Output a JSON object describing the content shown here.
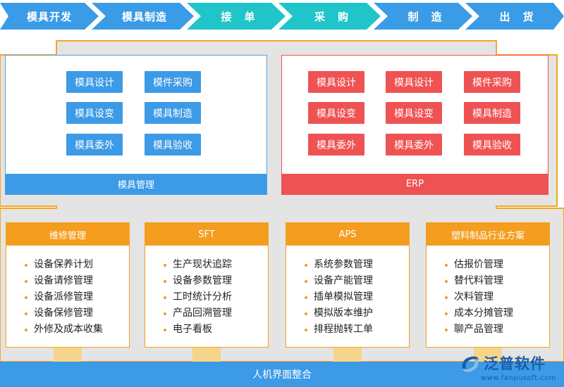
{
  "flow_steps": [
    {
      "label": "模具开发",
      "color": "#3a9be6"
    },
    {
      "label": "模具制造",
      "color": "#3a9be6"
    },
    {
      "label": "接单",
      "color": "#1fc5c8"
    },
    {
      "label": "采购",
      "color": "#1fc5c8"
    },
    {
      "label": "制造",
      "color": "#3a9be6"
    },
    {
      "label": "出货",
      "color": "#3a9be6"
    }
  ],
  "mold_management": {
    "footer": "模具管理",
    "buttons": [
      "模具设计",
      "模件采购",
      "模具设变",
      "模具制造",
      "模具委外",
      "模具验收"
    ]
  },
  "erp": {
    "footer": "ERP",
    "buttons": [
      "模具设计",
      "模具设计",
      "模件采购",
      "模具设变",
      "模具设变",
      "模具制造",
      "模具委外",
      "模具委外",
      "模具验收"
    ]
  },
  "modules": [
    {
      "title": "维修管理",
      "items": [
        "设备保养计划",
        "设备请修管理",
        "设备派修管理",
        "设备保修管理",
        "外修及成本收集"
      ]
    },
    {
      "title": "SFT",
      "items": [
        "生产现状追踪",
        "设备参数管理",
        "工时统计分析",
        "产品回溯管理",
        "电子看板"
      ]
    },
    {
      "title": "APS",
      "items": [
        "系统参数管理",
        "设备产能管理",
        "插单模拟管理",
        "模拟版本维护",
        "排程抛转工单"
      ]
    },
    {
      "title": "塑料制品行业方案",
      "items": [
        "估报价管理",
        "替代料管理",
        "次料管理",
        "成本分摊管理",
        "聊产品管理"
      ]
    }
  ],
  "bottom_bar": "人机界面整合",
  "logo": {
    "name": "泛普软件",
    "url": "www.fanpusoft.com"
  },
  "colors": {
    "blue": "#3c9ae6",
    "teal": "#1fc5c8",
    "red": "#ef5253",
    "orange": "#f49d1f",
    "platform_gray": "#e4e4e4",
    "platform_border": "#f5a623"
  }
}
